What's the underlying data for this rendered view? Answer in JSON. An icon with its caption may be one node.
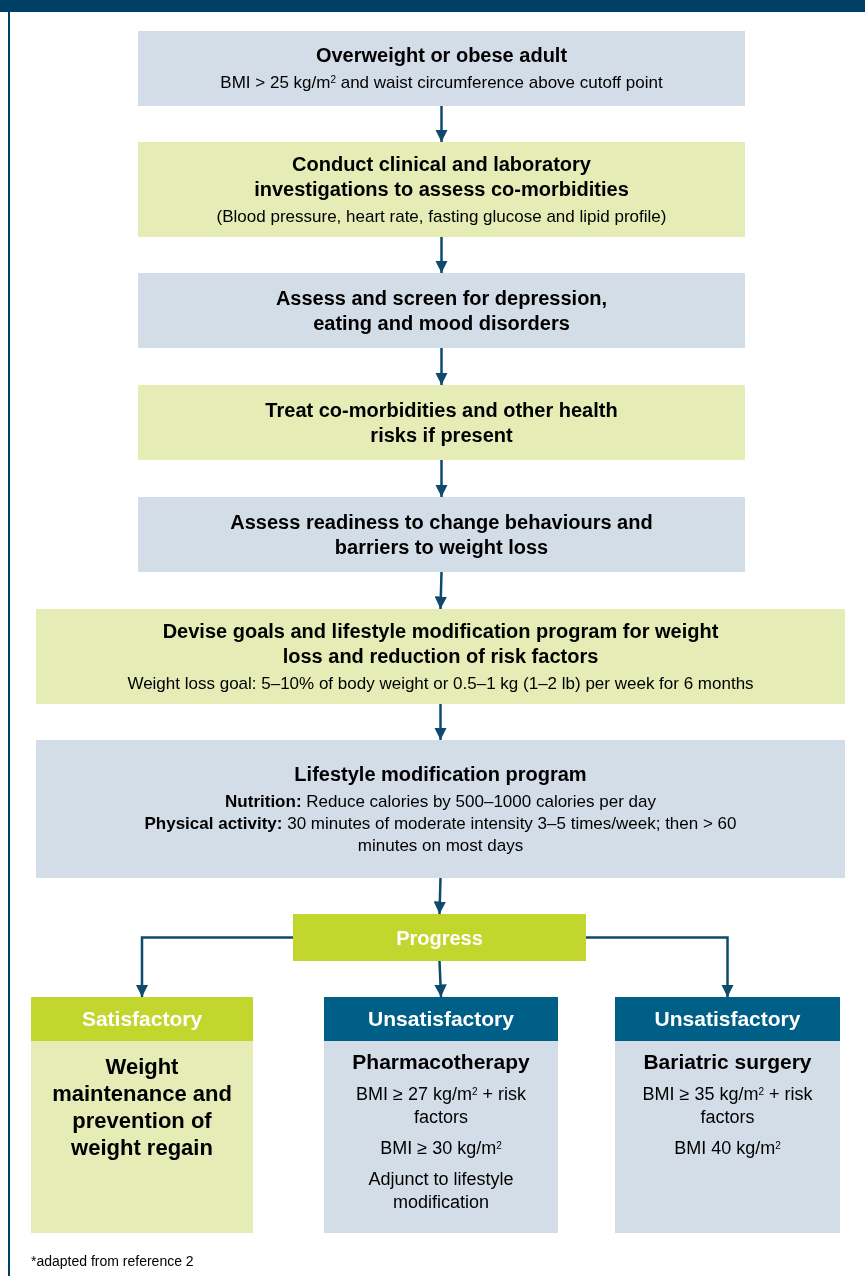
{
  "diagram": {
    "nodes": [
      {
        "text": [
          "Overweight or obese adult",
          "BMI > 25 kg/m$^{2}$ and waist circumference above cutoff point"
        ]
      },
      {
        "text": [
          "Conduct clinical and laboratory investigations to assess co-morbidities",
          "(Blood pressure, heart rate, fasting glucose and lipid profile)"
        ]
      },
      {
        "text": [
          "Assess and screen for depression, eating and mood disorders"
        ]
      },
      {
        "text": [
          "Treat co-morbidities and other health risks if present"
        ]
      },
      {
        "text": [
          "Assess readiness to change behaviours and barriers to weight loss"
        ]
      },
      {
        "text": [
          "Devise goals and lifestyle modification program for weight loss and reduction of risk factors",
          "Weight loss goal: 5–10% of body weight or 0.5–1 kg (1–2 lb) per week for 6 months"
        ]
      },
      {
        "text": [
          "Lifestyle modification program",
          "**Nutrition:** Reduce calories by 500–1000 calories per day",
          "**Physical activity:** 30 minutes of moderate intensity 3–5 times/week; then > 60 minutes on most days"
        ]
      },
      {
        "text": [
          "Progress"
        ]
      },
      {
        "text": [
          "Satisfactory",
          "Weight maintenance and prevention of weight regain"
        ]
      },
      {
        "text": [
          "Unsatisfactory",
          "Pharmacotherapy",
          "BMI ≥ 27 kg/m$^{2}$ + risk factors",
          "BMI ≥ 30 kg/m$^{2}$",
          "Adjunct to lifestyle modification"
        ]
      },
      {
        "text": [
          "Unsatisfactory",
          "Bariatric surgery",
          "BMI ≥ 35 kg/m$^{2}$ + risk factors",
          "BMI 40 kg/m$^{2}$"
        ]
      }
    ],
    "edges": [
      {
        "from": 0,
        "to": 1,
        "arrow": "to"
      },
      {
        "from": 1,
        "to": 2,
        "arrow": "to"
      },
      {
        "from": 2,
        "to": 3,
        "arrow": "to"
      },
      {
        "from": 3,
        "to": 4,
        "arrow": "to"
      },
      {
        "from": 4,
        "to": 5,
        "arrow": "to"
      },
      {
        "from": 5,
        "to": 6,
        "arrow": "to"
      },
      {
        "from": 6,
        "to": 7,
        "arrow": "to"
      },
      {
        "from": 7,
        "to": 8,
        "arrow": "to"
      },
      {
        "from": 7,
        "to": 9,
        "arrow": "to"
      },
      {
        "from": 7,
        "to": 10,
        "arrow": "to"
      }
    ],
    "labels": [
      "*adapted from reference 2"
    ]
  }
}
